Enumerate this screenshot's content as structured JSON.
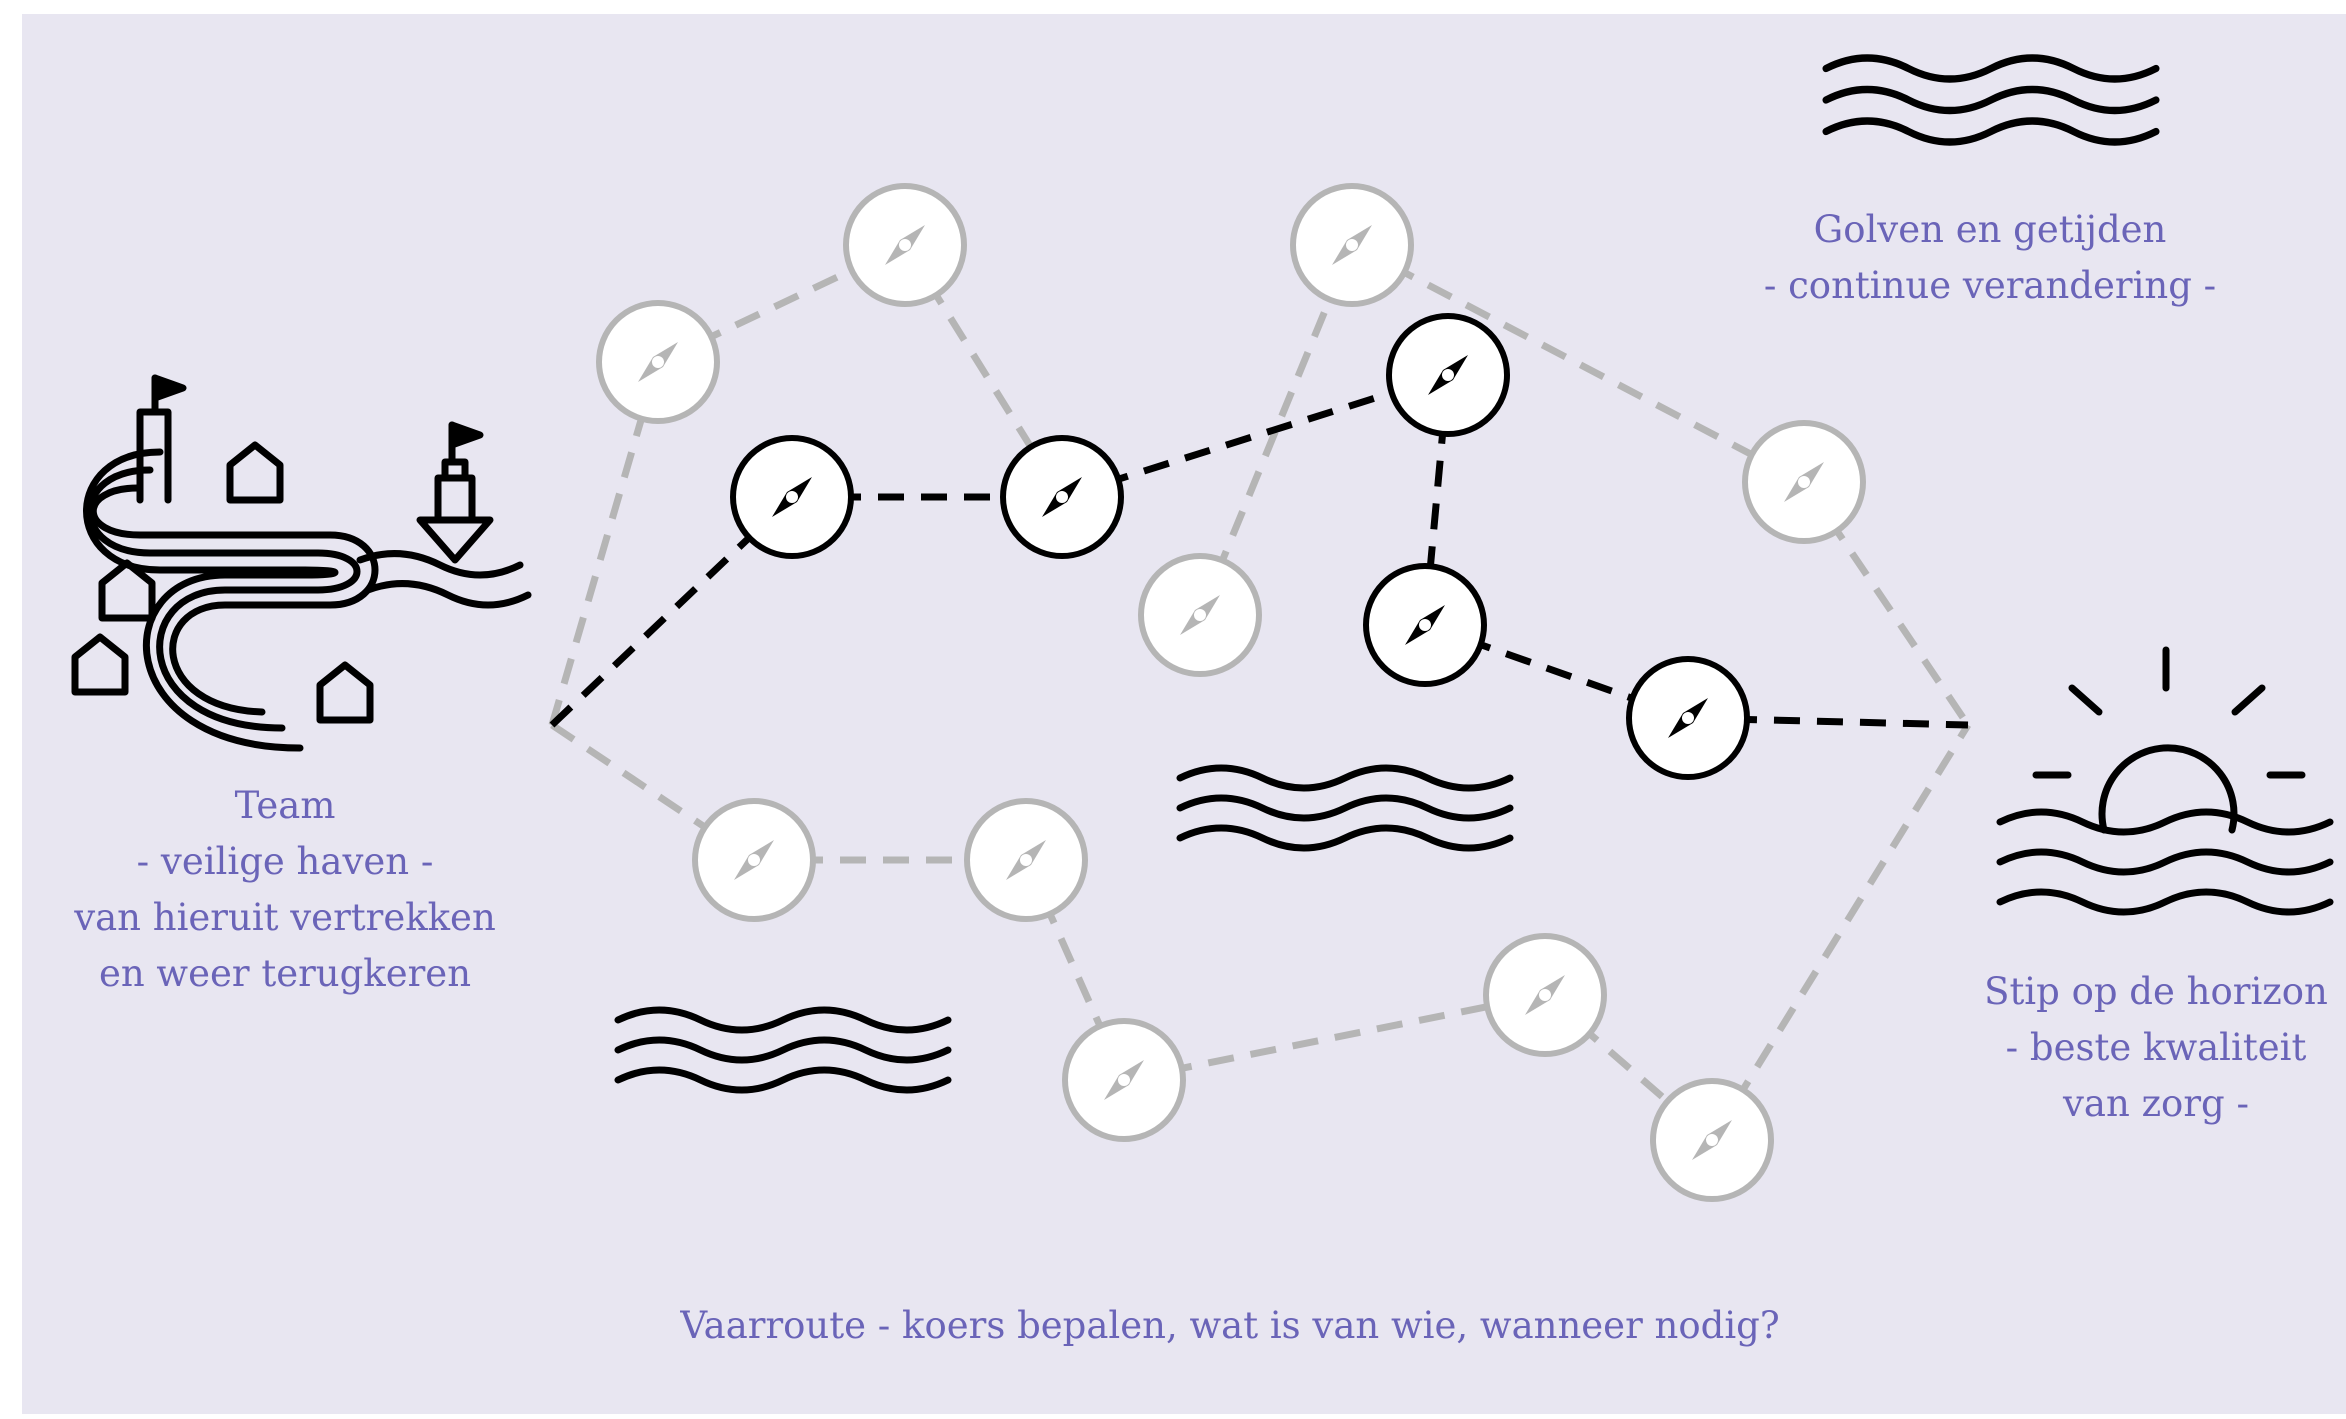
{
  "labels": {
    "team": [
      "Team",
      "- veilige haven -",
      "van hieruit vertrekken",
      "en weer terugkeren"
    ],
    "waves": [
      "Golven en getijden",
      "- continue verandering -"
    ],
    "horizon": [
      "Stip op de horizon",
      "- beste kwaliteit",
      "van zorg -"
    ],
    "route": "Vaarroute - koers bepalen, wat is van wie, wanneer nodig?"
  },
  "colors": {
    "background": "#e8e6f1",
    "label_text": "#6a64b8",
    "active": "#000000",
    "inactive": "#b5b5b5"
  },
  "icons": {
    "harbor": "harbor-town-icon",
    "compass": "compass-icon",
    "waves": "waves-icon",
    "sunrise": "sunrise-horizon-icon"
  }
}
